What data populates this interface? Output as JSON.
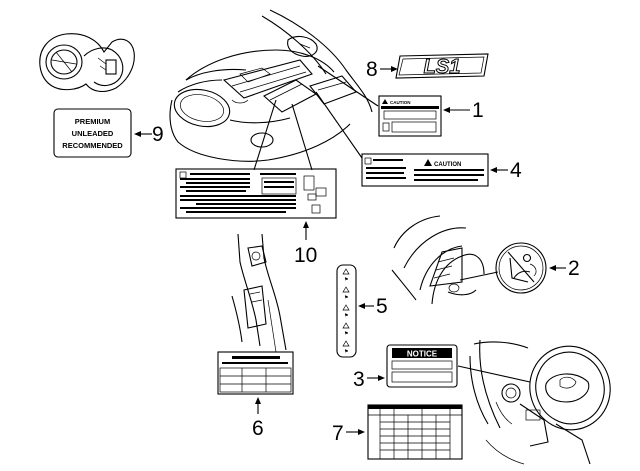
{
  "callouts": {
    "c1": "1",
    "c2": "2",
    "c3": "3",
    "c4": "4",
    "c5": "5",
    "c6": "6",
    "c7": "7",
    "c8": "8",
    "c9": "9",
    "c10": "10"
  },
  "labels": {
    "premium_line1": "PREMIUM",
    "premium_line2": "UNLEADED",
    "premium_line3": "RECOMMENDED",
    "caution_small": "CAUTION",
    "caution_large": "CAUTION",
    "notice": "NOTICE",
    "emblem_text": "LS1"
  },
  "icons": {
    "fuel_door": "fuel-door-icon",
    "airbag_decal": "airbag-seat-icon",
    "warning_triangle": "warning-triangle-icon"
  }
}
